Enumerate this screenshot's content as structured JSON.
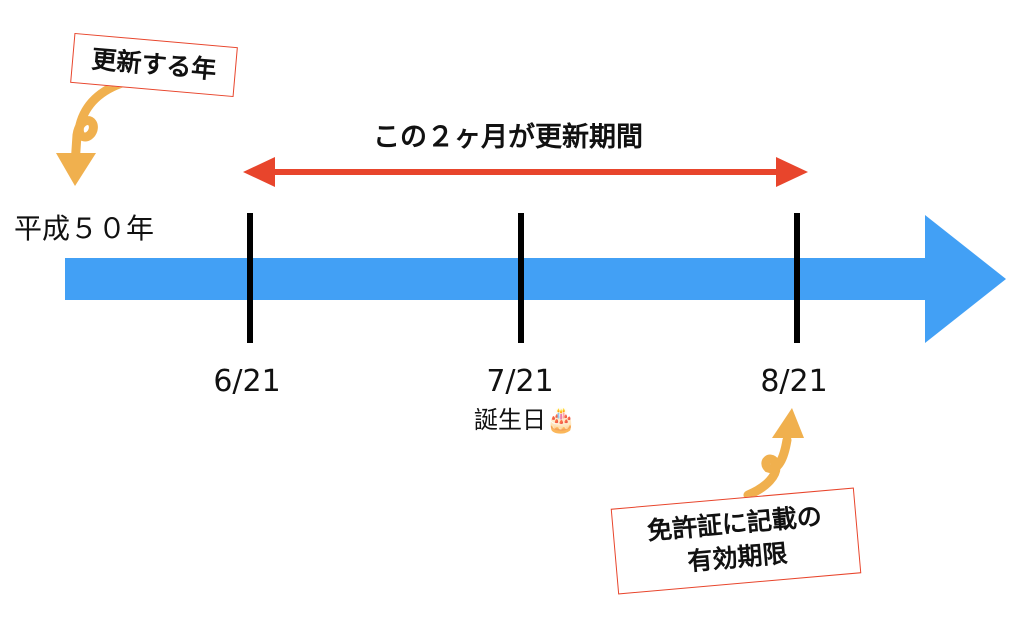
{
  "title": "この２ヶ月が更新期間",
  "year_label": "平成５０年",
  "top_note": "更新する年",
  "dates": [
    {
      "label": "6/21"
    },
    {
      "label": "7/21",
      "sub": "誕生日🎂"
    },
    {
      "label": "8/21"
    }
  ],
  "bottom_note": {
    "line1": "免許証に記載の",
    "line2": "有効期限"
  },
  "colors": {
    "timeline": "#42a0f5",
    "period_arrow": "#e8452c",
    "callout_arrow": "#f0b04e",
    "box_border": "#e8452c"
  }
}
